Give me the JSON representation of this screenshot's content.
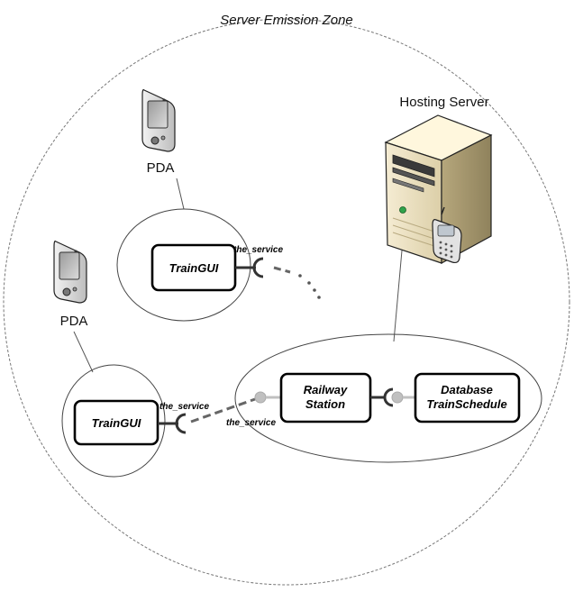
{
  "zone": {
    "title": "Server Emission Zone"
  },
  "devices": {
    "pda_top": {
      "label": "PDA"
    },
    "pda_left": {
      "label": "PDA"
    },
    "server": {
      "label": "Hosting Server"
    }
  },
  "components": {
    "traingui_top": {
      "label": "TrainGUI",
      "iface_label": "the_service"
    },
    "traingui_bottom": {
      "label": "TrainGUI",
      "iface_label": "the_service"
    },
    "railway_station": {
      "line1": "Railway",
      "line2": "Station",
      "iface_label": "the_service"
    },
    "database": {
      "line1": "Database",
      "line2": "TrainSchedule"
    }
  },
  "colors": {
    "stroke": "#000000",
    "connector": "#666666",
    "lollipop": "#c0c0c0",
    "server_body": "#efe3c4",
    "phone": "#d8d8d8"
  }
}
